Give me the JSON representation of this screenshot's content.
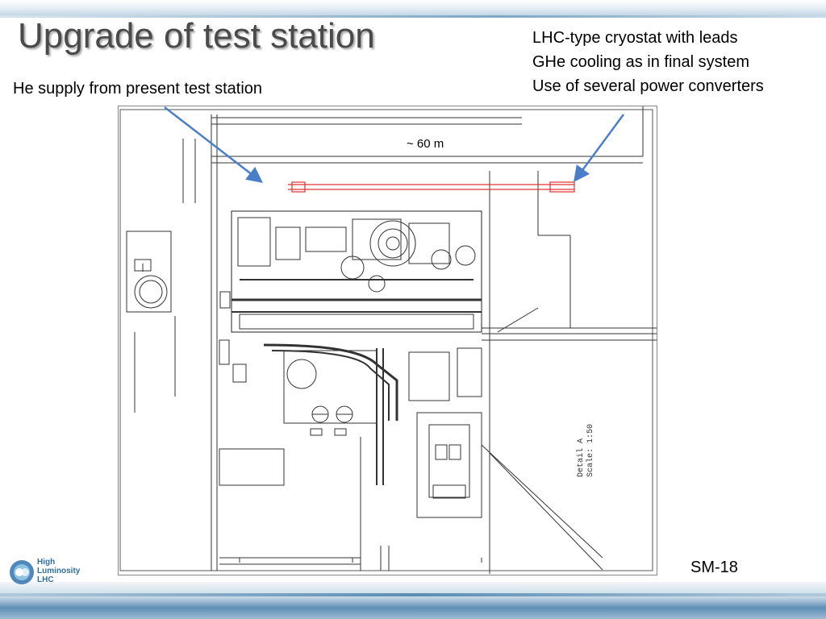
{
  "slide": {
    "title": "Upgrade of test station",
    "subtitle": "He supply from present test station",
    "notes": [
      "LHC-type cryostat with leads",
      "GHe cooling as in final system",
      "Use of several power converters"
    ],
    "distance_label": "~ 60 m",
    "slide_number": "SM-18"
  },
  "drawing": {
    "detail_label": "Detail A",
    "scale_label": "Scale: 1:50"
  },
  "logo": {
    "line1": "High",
    "line2": "Luminosity",
    "line3": "LHC"
  },
  "colors": {
    "arrow": "#4a7fc8",
    "highlight": "#e03030",
    "title_text": "#4a4a4a"
  }
}
